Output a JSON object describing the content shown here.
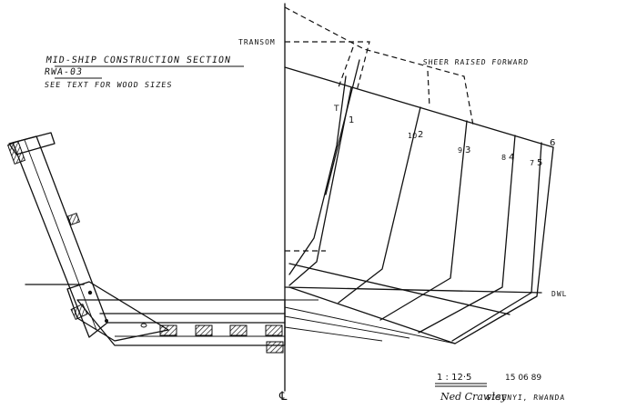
{
  "title_block": {
    "line1": "MID-SHIP CONSTRUCTION SECTION",
    "line2": "RWA-03",
    "line3": "SEE TEXT FOR WOOD SIZES"
  },
  "annotations": {
    "transom": "TRANSOM",
    "sheer_raised": "SHEER RAISED FORWARD",
    "dwl": "DWL",
    "centerline": "℄"
  },
  "station_labels": [
    "T",
    "1",
    "10",
    "2",
    "9",
    "3",
    "8",
    "4",
    "7",
    "5",
    "6"
  ],
  "footer": {
    "scale": "1 : 12·5",
    "date": "15 06 89",
    "author": "Ned Crawley",
    "location": "GISENYI, RWANDA"
  }
}
